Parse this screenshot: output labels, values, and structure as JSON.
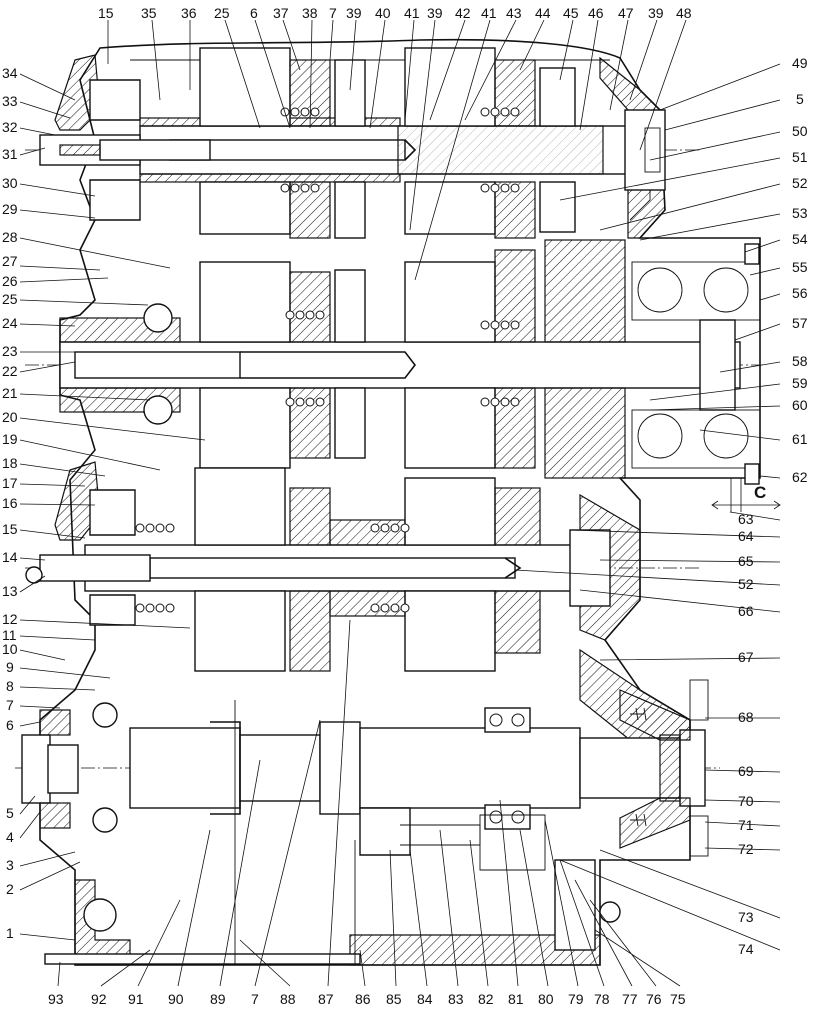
{
  "colors": {
    "ink": "#111111",
    "paper": "#ffffff"
  },
  "callouts": {
    "top": [
      "15",
      "35",
      "36",
      "25",
      "6",
      "37",
      "38",
      "7",
      "39",
      "40",
      "41",
      "39",
      "42",
      "41",
      "43",
      "44",
      "45",
      "46",
      "47",
      "39",
      "48"
    ],
    "left": [
      "34",
      "33",
      "32",
      "31",
      "30",
      "29",
      "28",
      "27",
      "26",
      "25",
      "24",
      "23",
      "22",
      "21",
      "20",
      "19",
      "18",
      "17",
      "16",
      "15",
      "14",
      "13",
      "12",
      "11",
      "10",
      "9",
      "8",
      "7",
      "6",
      "5",
      "4",
      "3",
      "2",
      "1"
    ],
    "right": [
      "49",
      "5",
      "50",
      "51",
      "52",
      "53",
      "54",
      "55",
      "56",
      "57",
      "58",
      "59",
      "60",
      "61",
      "62",
      "63",
      "64",
      "65",
      "52",
      "66",
      "67",
      "68",
      "69",
      "70",
      "71",
      "72",
      "73",
      "74"
    ],
    "bottom": [
      "93",
      "92",
      "91",
      "90",
      "89",
      "7",
      "88",
      "87",
      "86",
      "85",
      "84",
      "83",
      "82",
      "81",
      "80",
      "79",
      "78",
      "77",
      "76",
      "75"
    ]
  },
  "section_letter": "C"
}
